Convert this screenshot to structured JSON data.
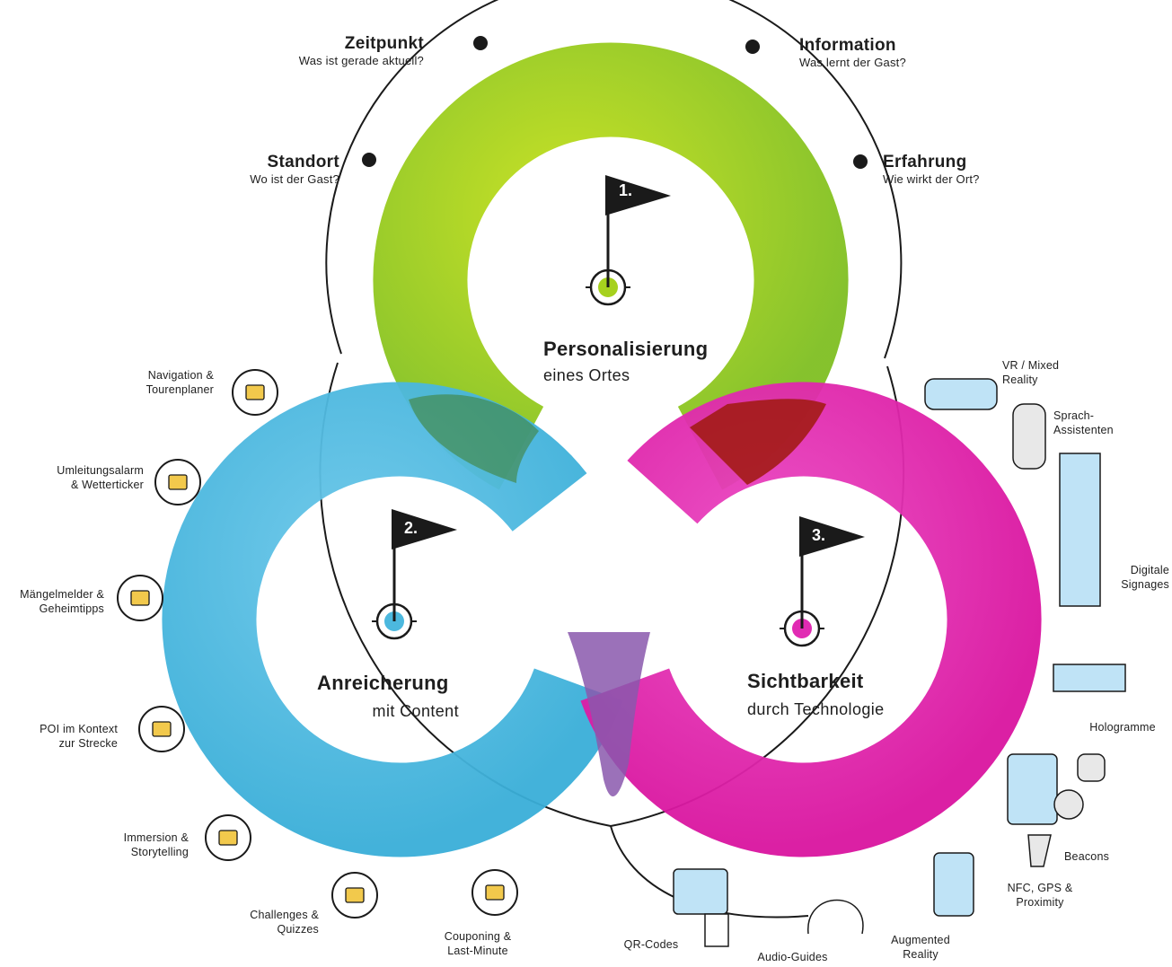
{
  "colors": {
    "green": "#a6d11e",
    "blue": "#4cb8de",
    "magenta": "#e12bb3",
    "overlap_red": "#a21a12",
    "overlap_darkgreen": "#3f7d2a",
    "overlap_purple": "#8a58ad",
    "line": "#1a1a1a"
  },
  "circles": {
    "personalisierung": {
      "number": "1.",
      "title": "Personalisierung",
      "subtitle": "eines Ortes"
    },
    "anreicherung": {
      "number": "2.",
      "title": "Anreicherung",
      "subtitle": "mit Content"
    },
    "sichtbarkeit": {
      "number": "3.",
      "title": "Sichtbarkeit",
      "subtitle": "durch Technologie"
    }
  },
  "top_points": [
    {
      "title": "Standort",
      "subtitle": "Wo ist der Gast?"
    },
    {
      "title": "Zeitpunkt",
      "subtitle": "Was ist gerade aktuell?"
    },
    {
      "title": "Information",
      "subtitle": "Was lernt der Gast?"
    },
    {
      "title": "Erfahrung",
      "subtitle": "Wie wirkt der Ort?"
    }
  ],
  "content_items": [
    {
      "lines": [
        "Navigation &",
        "Tourenplaner"
      ],
      "icon": "map-pin-icon"
    },
    {
      "lines": [
        "Umleitungsalarm",
        "& Wetterticker"
      ],
      "icon": "roadblock-icon"
    },
    {
      "lines": [
        "Mängelmelder &",
        "Geheimtipps"
      ],
      "icon": "lightbulb-sign-icon"
    },
    {
      "lines": [
        "POI im Kontext",
        "zur Strecke"
      ],
      "icon": "castle-icon"
    },
    {
      "lines": [
        "Immersion &",
        "Storytelling"
      ],
      "icon": "storybook-icon"
    },
    {
      "lines": [
        "Challenges &",
        "Quizzes"
      ],
      "icon": "trophy-icon"
    },
    {
      "lines": [
        "Couponing &",
        "Last-Minute"
      ],
      "icon": "gift-icon"
    }
  ],
  "tech_items": [
    {
      "lines": [
        "VR / Mixed",
        "Reality"
      ],
      "icon": "vr-headset-icon"
    },
    {
      "lines": [
        "Sprach-",
        "Assistenten"
      ],
      "icon": "smart-speaker-icon"
    },
    {
      "lines": [
        "Digitale",
        "Signages"
      ],
      "icon": "kiosk-icon"
    },
    {
      "lines": [
        "Hologramme"
      ],
      "icon": "hologram-icon"
    },
    {
      "lines": [
        "Beacons"
      ],
      "icon": "beacon-icon"
    },
    {
      "lines": [
        "NFC, GPS &",
        "Proximity"
      ],
      "icon": "nfc-tablet-watch-icon"
    },
    {
      "lines": [
        "Augmented",
        "Reality"
      ],
      "icon": "ar-phone-icon"
    },
    {
      "lines": [
        "Audio-Guides"
      ],
      "icon": "headphones-icon"
    },
    {
      "lines": [
        "QR-Codes"
      ],
      "icon": "qr-phone-icon"
    }
  ]
}
